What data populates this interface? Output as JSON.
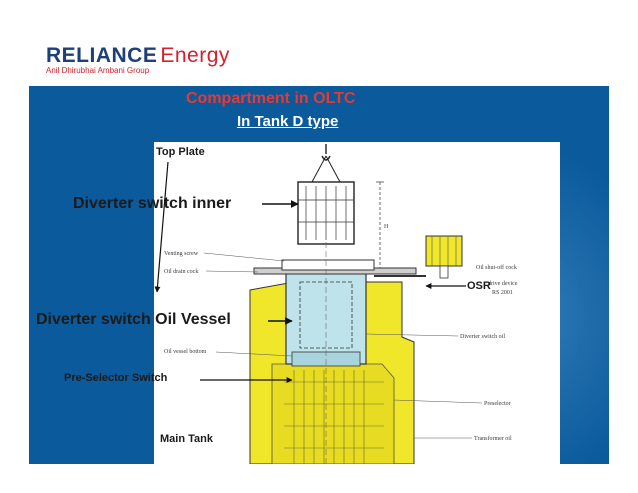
{
  "logo": {
    "brand": "RELIANCE",
    "brand_suffix": "Energy",
    "group": "Anil Dhirubhai Ambani Group"
  },
  "slide": {
    "title": "Compartment in OLTC",
    "subtitle": "In Tank D type"
  },
  "labels": {
    "top_plate": "Top Plate",
    "diverter_inner": "Diverter switch inner",
    "diverter_vessel": "Diverter switch Oil Vessel",
    "preselector": "Pre-Selector Switch",
    "main_tank": "Main Tank",
    "osr": "OSR"
  },
  "scan_labels": {
    "venting_screw": "Venting screw",
    "oil_drain_cock": "Oil drain cock",
    "oil_shutoff_cock": "Oil shut-off cock",
    "drive_device": "drive device",
    "rs": "RS 2001",
    "diverter_switch_oil": "Diverter switch oil",
    "oil_vessel_bottom": "Oil vessel bottom",
    "preselector": "Preselector",
    "transformer_oil": "Transformer oil"
  },
  "colors": {
    "panel": "#0a5a9c",
    "title": "#e53935",
    "brand_blue": "#1d3f7a",
    "brand_red": "#d4212d",
    "tank_yellow": "#f0e62a",
    "vessel_blue": "#bfe3ea"
  }
}
